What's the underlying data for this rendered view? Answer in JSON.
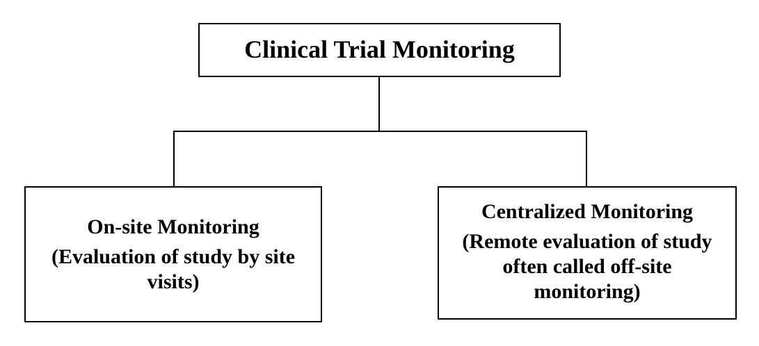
{
  "diagram": {
    "root": {
      "title": "Clinical Trial Monitoring"
    },
    "children": [
      {
        "title": "On-site Monitoring",
        "description": "(Evaluation of study by site visits)"
      },
      {
        "title": "Centralized Monitoring",
        "description": "(Remote evaluation of study often called off-site monitoring)"
      }
    ]
  },
  "colors": {
    "stroke": "#000000",
    "background": "#ffffff",
    "text": "#000000"
  }
}
